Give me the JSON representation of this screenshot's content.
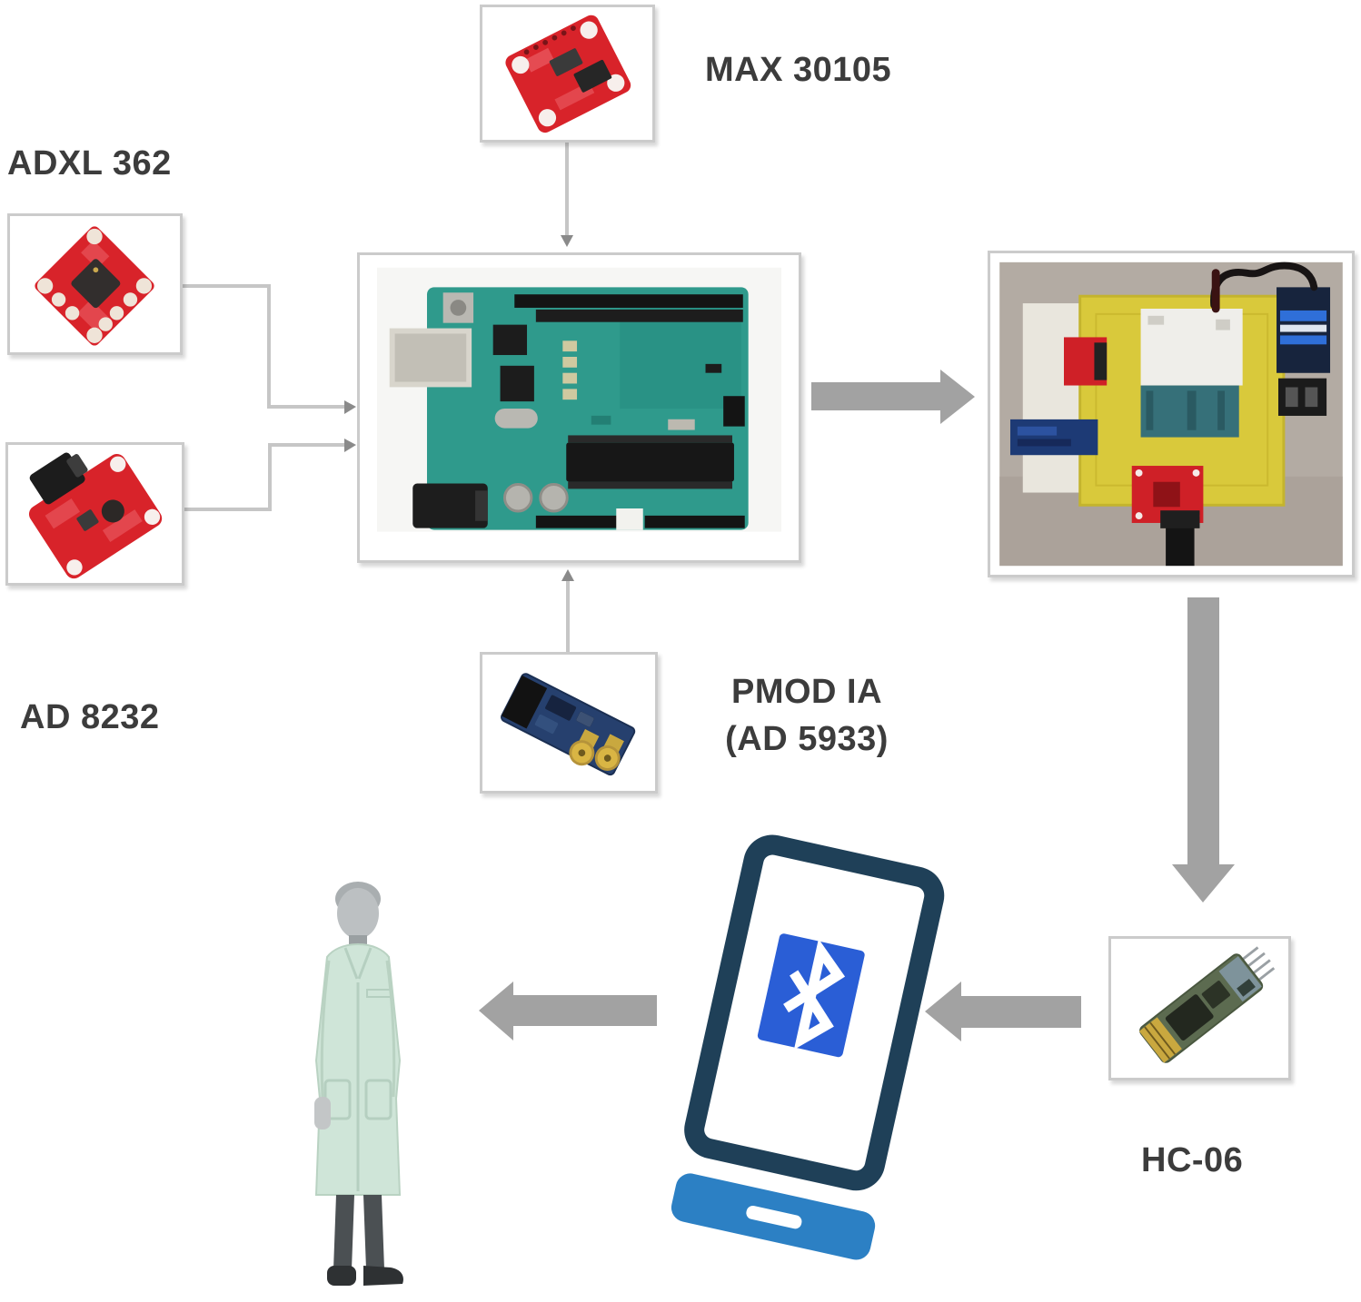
{
  "figure": {
    "type": "hardware-architecture-diagram",
    "labels": {
      "max30105": "MAX 30105",
      "adxl362": "ADXL 362",
      "ad8232": "AD 8232",
      "pmod_line1": "PMOD IA",
      "pmod_line2": "(AD 5933)",
      "hc06": "HC-06"
    },
    "nodes": [
      "MAX 30105 sensor board",
      "ADXL 362 accelerometer board",
      "AD 8232 ECG front-end board",
      "Arduino Uno board",
      "Assembled prototype photo",
      "PMOD IA (AD 5933) impedance module",
      "HC-06 Bluetooth module",
      "Smartphone with Bluetooth",
      "Clinician figure"
    ],
    "connections": [
      {
        "from": "MAX 30105",
        "to": "Arduino Uno",
        "style": "thin-line-arrow"
      },
      {
        "from": "ADXL 362",
        "to": "Arduino Uno",
        "style": "thin-line-arrow"
      },
      {
        "from": "AD 8232",
        "to": "Arduino Uno",
        "style": "thin-line-arrow"
      },
      {
        "from": "PMOD IA (AD 5933)",
        "to": "Arduino Uno",
        "style": "thin-line-arrow"
      },
      {
        "from": "Arduino Uno",
        "to": "Assembled prototype",
        "style": "block-arrow"
      },
      {
        "from": "Assembled prototype",
        "to": "HC-06",
        "style": "block-arrow"
      },
      {
        "from": "HC-06",
        "to": "Smartphone",
        "style": "block-arrow"
      },
      {
        "from": "Smartphone",
        "to": "Clinician",
        "style": "block-arrow"
      }
    ],
    "colors": {
      "arrow_gray": "#a2a2a2",
      "connector_gray": "#c6c6c6",
      "connector_head_gray": "#8a8a8a",
      "box_border": "#cbcbcb",
      "label_text": "#3c3c3c",
      "pcb_red": "#d8232a",
      "arduino_teal": "#2f9a8c",
      "pmod_navy": "#26406e",
      "hc06_green": "#5c6b50",
      "photo_yellow": "#d9c93b",
      "phone_navy": "#1f4058",
      "phone_bar_blue": "#2c80c4",
      "bluetooth_blue": "#2a5ed6",
      "coat_mint": "#cfe5d8"
    }
  }
}
